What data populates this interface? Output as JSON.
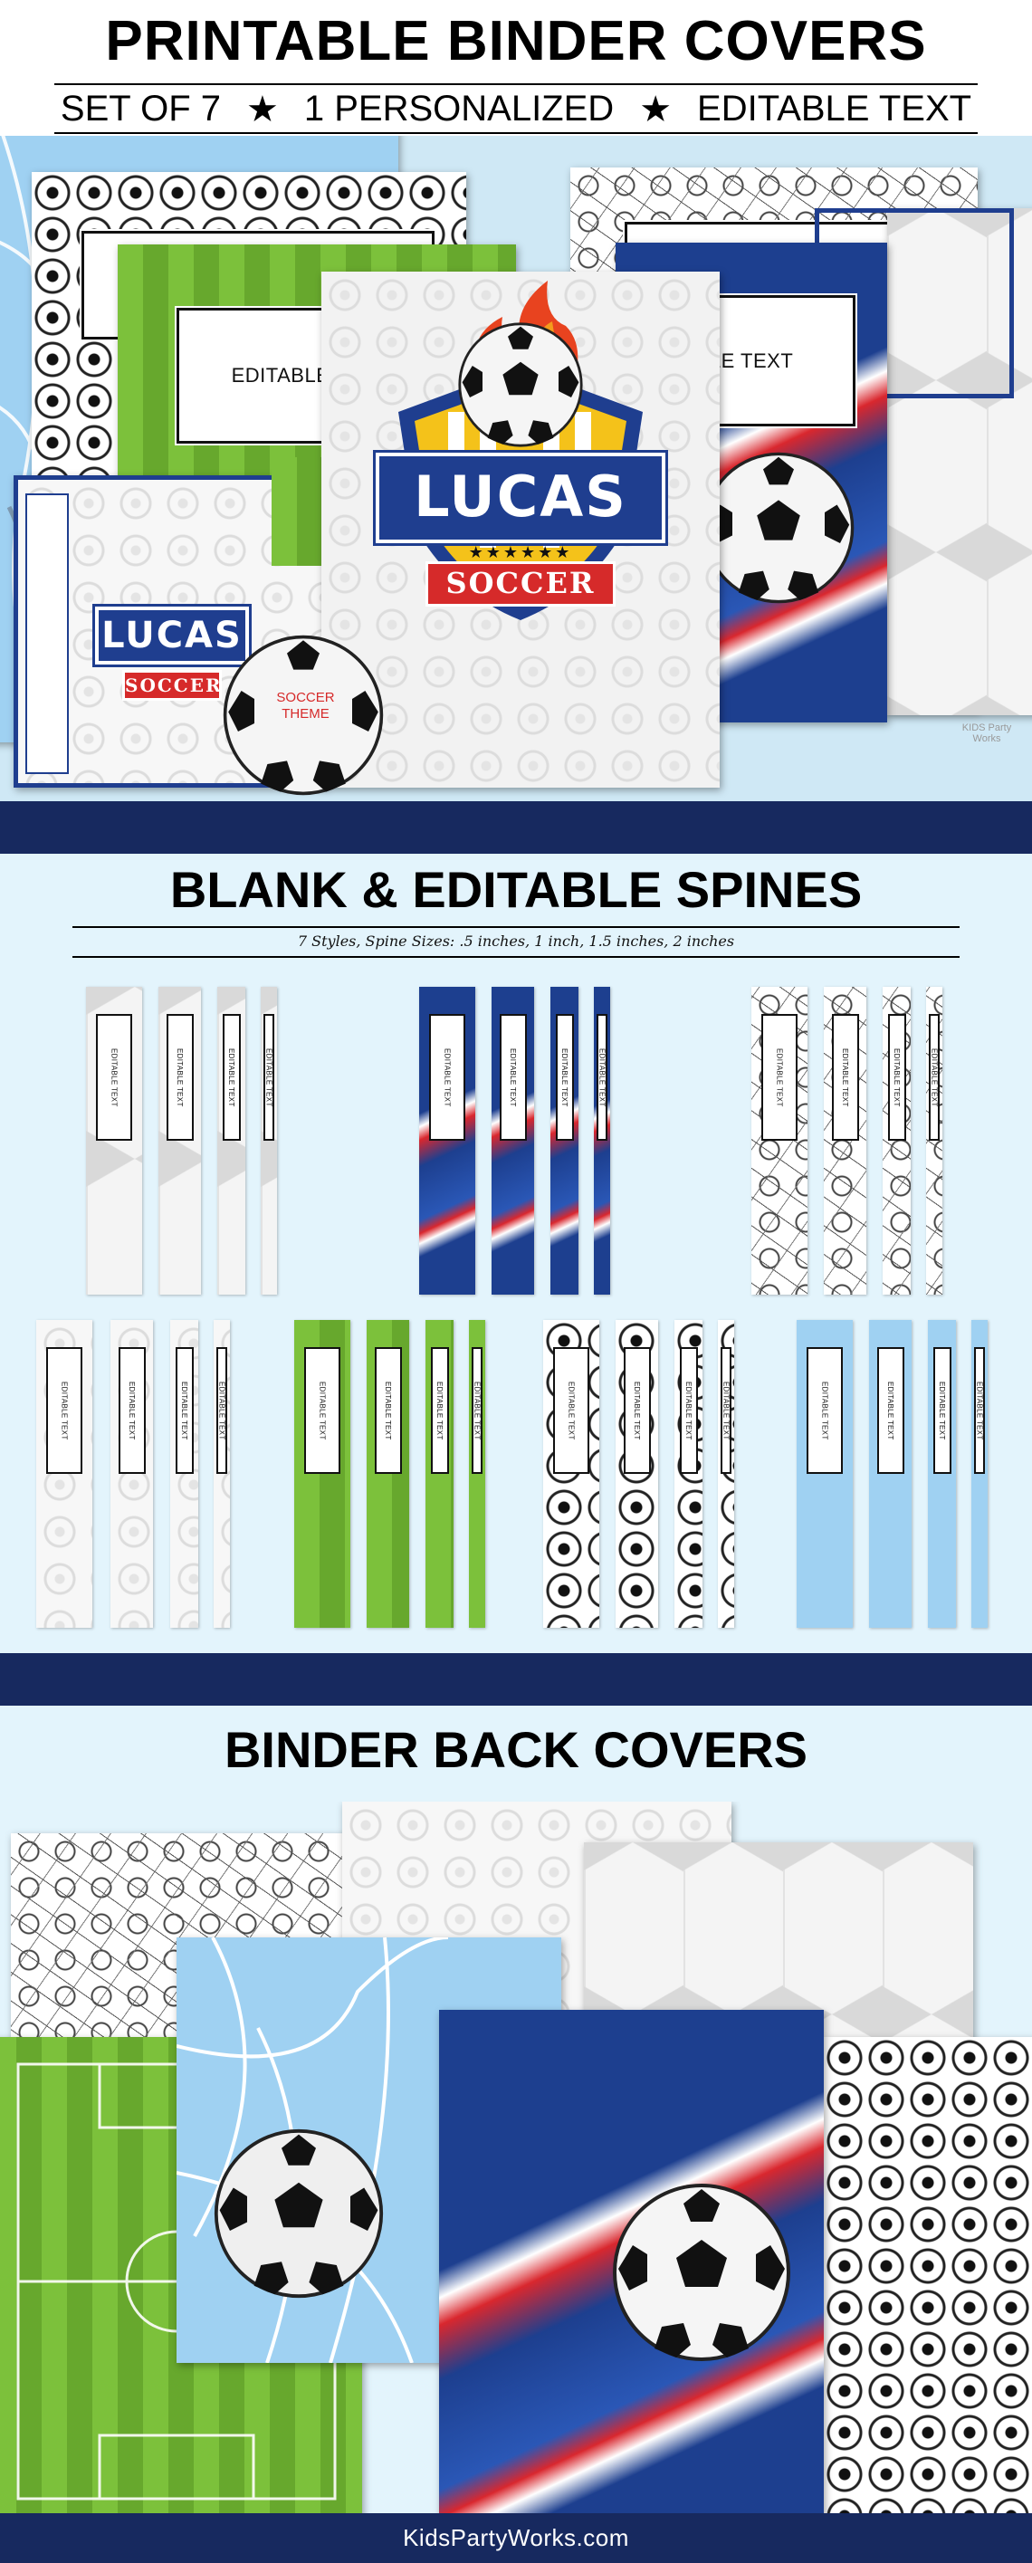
{
  "section1": {
    "title": "PRINTABLE BINDER COVERS",
    "subtitle_parts": [
      "SET OF 7",
      "★",
      "1 PERSONALIZED",
      "★",
      "EDITABLE TEXT"
    ],
    "label_editable_left": "EDITABLE",
    "label_editable_right": "BLE TEXT",
    "badge_name": "LUCAS",
    "badge_ribbon": "SOCCER",
    "ball_text": "SOCCER THEME",
    "watermark": "KIDS Party Works"
  },
  "section2": {
    "title": "BLANK & EDITABLE SPINES",
    "subtitle": "7 Styles, Spine Sizes: .5 inches, 1 inch, 1.5 inches, 2 inches",
    "spine_label": "EDITABLE TEXT"
  },
  "section3": {
    "title": "BINDER BACK COVERS"
  },
  "footer": {
    "text": "KidsPartyWorks.com"
  },
  "colors": {
    "navy": "#17295f",
    "royal_blue": "#1f3e8f",
    "red": "#d62a2a",
    "sky": "#9fd1f2",
    "field_green": "#6fb032",
    "background": "#e3f4fc"
  }
}
